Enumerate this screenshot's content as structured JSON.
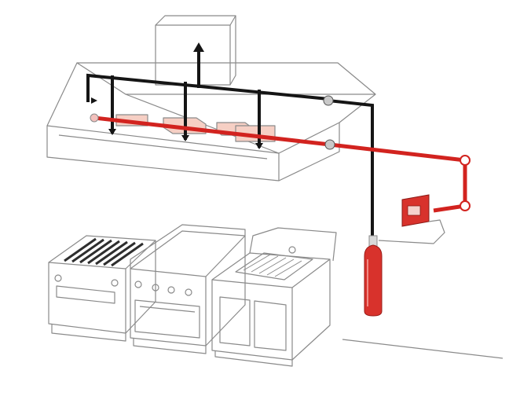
{
  "diagram": {
    "components": [
      {
        "name": "exhaust-duct",
        "icon": "duct-box"
      },
      {
        "name": "kitchen-hood",
        "icon": "canopy-hood"
      },
      {
        "name": "filter-plenum",
        "icon": "red-filter-boxes"
      },
      {
        "name": "detection-line",
        "icon": "red-pipe"
      },
      {
        "name": "agent-distribution-piping",
        "icon": "black-pipe"
      },
      {
        "name": "control-panel",
        "icon": "red-wall-box"
      },
      {
        "name": "agent-cylinder",
        "icon": "red-extinguisher"
      },
      {
        "name": "charbroiler",
        "icon": "grill-appliance"
      },
      {
        "name": "griddle-oven",
        "icon": "griddle-appliance"
      },
      {
        "name": "fryer-cabinet",
        "icon": "fryer-appliance"
      }
    ],
    "colors": {
      "outline": "#8a8a8a",
      "agent_pipe": "#151515",
      "detection_pipe": "#d2231f",
      "cylinder": "#d8322c",
      "filter_fill": "#f6cfc4"
    }
  }
}
